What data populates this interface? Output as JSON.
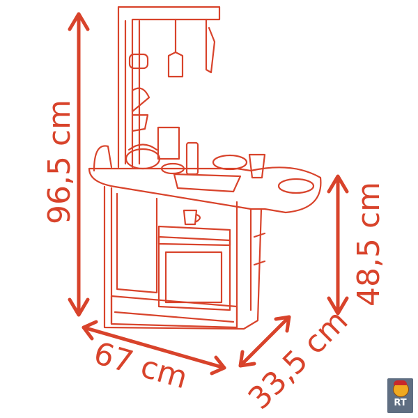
{
  "dimensions": {
    "height_total": "96,5 cm",
    "height_counter": "48,5 cm",
    "width": "67 cm",
    "depth": "33,5 cm"
  },
  "logo": {
    "text": "RT"
  },
  "colors": {
    "line": "#d8432b",
    "logo_bg": "#5f6e82"
  }
}
